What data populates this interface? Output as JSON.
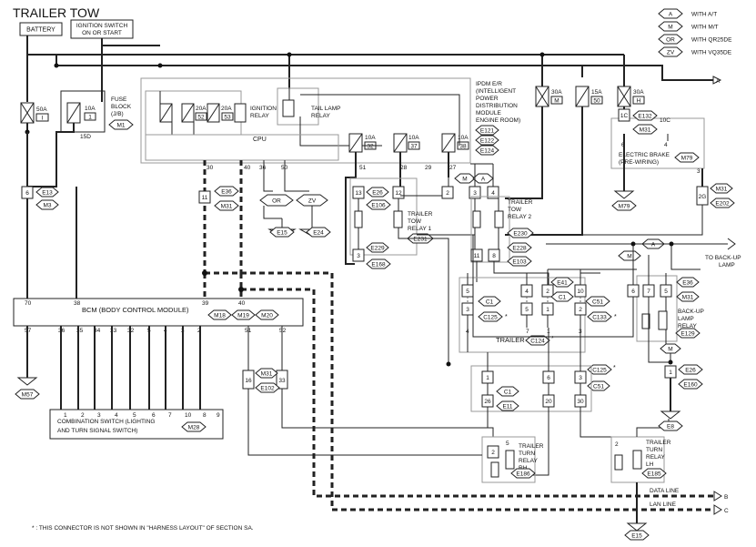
{
  "title": "TRAILER TOW",
  "inputs": {
    "battery": "BATTERY",
    "ignition_line1": "IGNITION SWITCH",
    "ignition_line2": "ON OR START"
  },
  "legend": [
    {
      "code": "A",
      "text": "WITH A/T"
    },
    {
      "code": "M",
      "text": "WITH M/T"
    },
    {
      "code": "OR",
      "text": "WITH QR25DE"
    },
    {
      "code": "ZV",
      "text": "WITH VQ35DE"
    }
  ],
  "fuses": [
    {
      "rating": "50A",
      "id": "I"
    },
    {
      "rating": "10A",
      "id": "1"
    },
    {
      "rating": "20A",
      "id": "52"
    },
    {
      "rating": "20A",
      "id": "53"
    },
    {
      "rating": "10A",
      "id": "32"
    },
    {
      "rating": "10A",
      "id": "37"
    },
    {
      "rating": "10A",
      "id": "38"
    },
    {
      "rating": "30A",
      "id": "M"
    },
    {
      "rating": "15A",
      "id": "50"
    },
    {
      "rating": "30A",
      "id": "H"
    }
  ],
  "fuse_block": {
    "line1": "FUSE",
    "line2": "BLOCK",
    "line3": "(J/B)",
    "conn": "M1",
    "pin": "15D"
  },
  "ipdm": {
    "lines": [
      "IPDM E/R",
      "(INTELLIGENT",
      "POWER",
      "DISTRIBUTION",
      "MODULE",
      "ENGINE ROOM)"
    ],
    "conns": [
      "E121",
      "E122",
      "E124"
    ],
    "ignition_relay": [
      "IGNITION",
      "RELAY"
    ],
    "tail_lamp_relay": [
      "TAIL LAMP",
      "RELAY"
    ],
    "cpu": "CPU",
    "pins": [
      "30",
      "40",
      "36",
      "50",
      "51",
      "28",
      "29",
      "27"
    ]
  },
  "bcm": {
    "label": "BCM (BODY CONTROL MODULE)",
    "conns": [
      "M18",
      "M19",
      "M20"
    ]
  },
  "combination_switch": {
    "line1": "COMBINATION SWITCH (LIGHTING",
    "line2": "AND TURN SIGNAL SWITCH)",
    "conn": "M28"
  },
  "bcm_top_pins": [
    "70",
    "38",
    "39",
    "40"
  ],
  "bcm_bottom_pins": [
    "57",
    "36",
    "35",
    "34",
    "33",
    "32",
    "5",
    "4",
    "3",
    "2",
    "51",
    "52"
  ],
  "combo_pins": [
    "1",
    "2",
    "3",
    "4",
    "5",
    "6",
    "7",
    "10",
    "8",
    "9"
  ],
  "relays": {
    "trailer_tow_relay_1": [
      "TRAILER",
      "TOW",
      "RELAY 1"
    ],
    "trailer_tow_relay_2": [
      "TRAILER",
      "TOW",
      "RELAY 2"
    ],
    "trailer_turn_relay_rh": [
      "TRAILER",
      "TURN",
      "RELAY",
      "RH"
    ],
    "trailer_turn_relay_lh": [
      "TRAILER",
      "TURN",
      "RELAY",
      "LH"
    ],
    "back_up_lamp_relay": [
      "BACK-UP",
      "LAMP",
      "RELAY"
    ]
  },
  "electric_brake": {
    "line1": "ELECTRIC BRAKE",
    "line2": "(PRE-WIRING)",
    "conn": "M79"
  },
  "trailer": {
    "label": "TRAILER",
    "conn": "C124"
  },
  "connectors": {
    "E13": "E13",
    "M3": "M3",
    "E15": "E15",
    "E24": "E24",
    "E36": "E36",
    "M31": "M31",
    "E26": "E26",
    "E106": "E106",
    "E229": "E229",
    "E228": "E228",
    "E168": "E168",
    "E103": "E103",
    "E132": "E132",
    "E202": "E202",
    "M79": "M79",
    "M57": "M57",
    "E41": "E41",
    "C1": "C1",
    "C51": "C51",
    "C125": "C125",
    "C133": "C133",
    "E11": "E11",
    "E186": "E186",
    "E185": "E185",
    "E160": "E160",
    "E8": "E8",
    "E102": "E102",
    "E129": "E129",
    "E231": "E231",
    "E230": "E230"
  },
  "lines": {
    "data": "DATA LINE",
    "lan": "LAN LINE"
  },
  "to_backup": [
    "TO BACK-UP",
    "LAMP"
  ],
  "note": "* : THIS CONNECTOR IS NOT SHOWN IN \"HARNESS LAYOUT\" OF SECTION SA."
}
